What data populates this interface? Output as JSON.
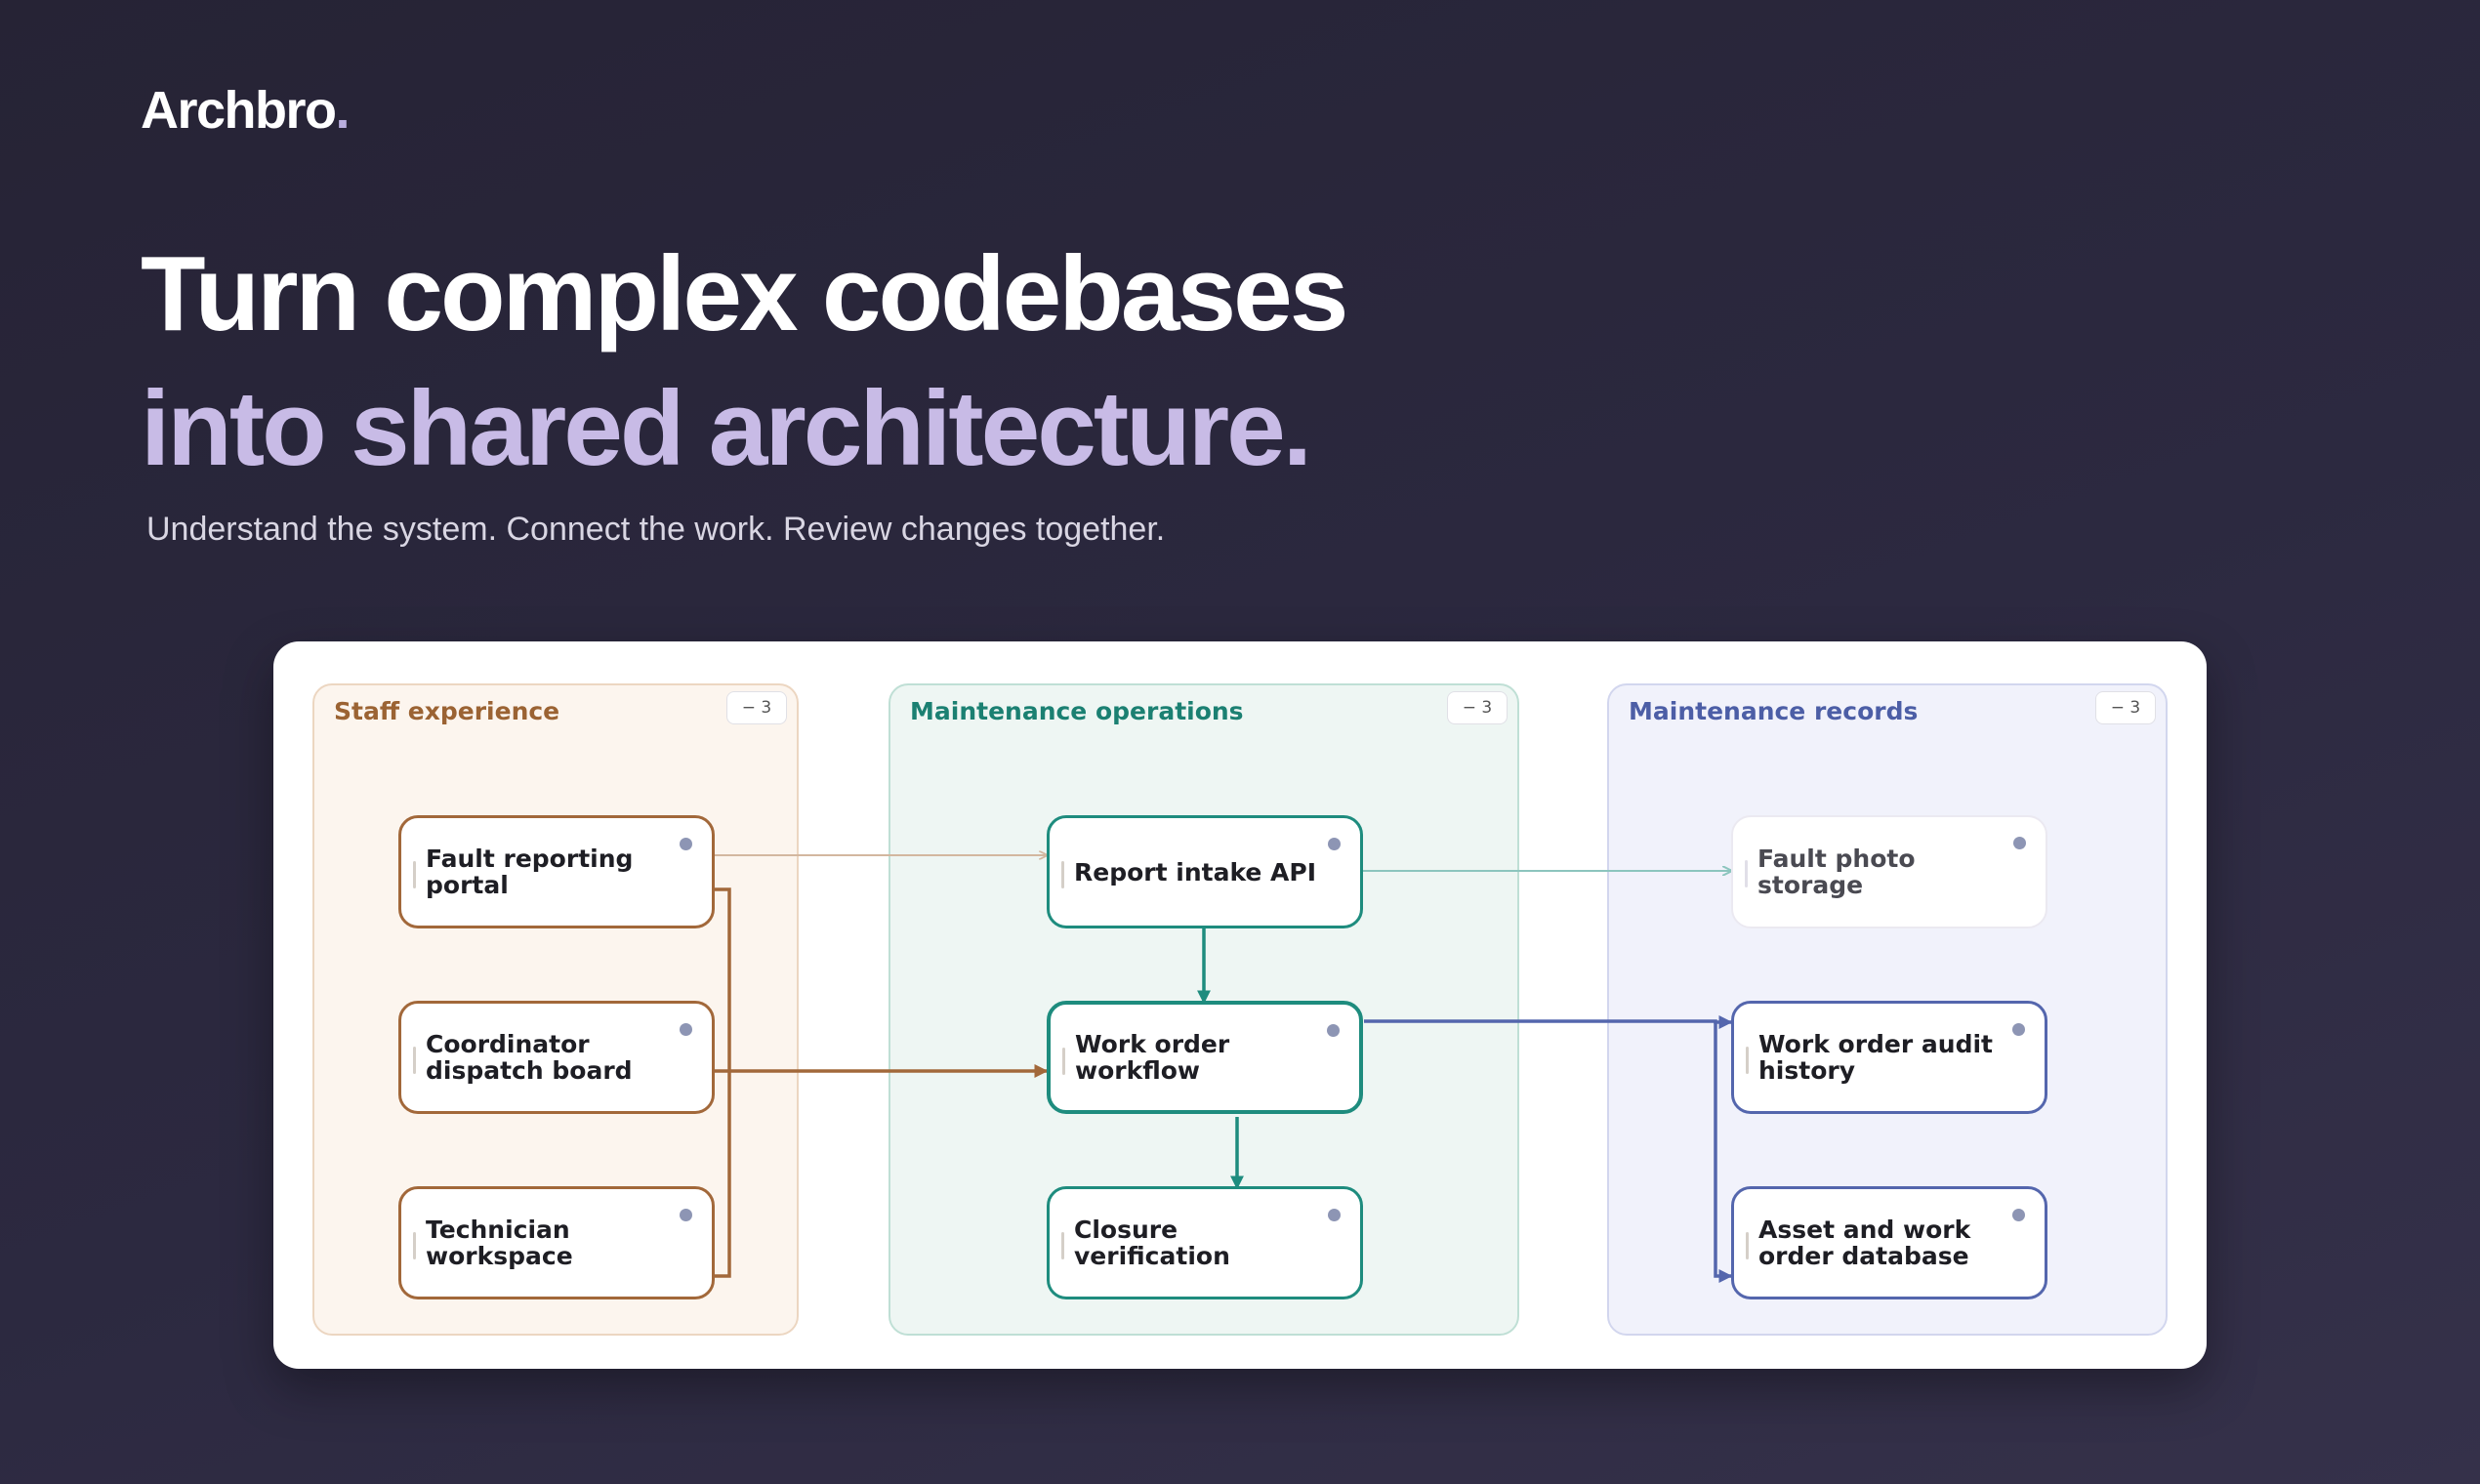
{
  "brand": {
    "name": "Archbro",
    "dot": "."
  },
  "hero": {
    "line1": "Turn complex codebases",
    "line2": "into shared architecture.",
    "subhead": "Understand the system. Connect the work. Review changes together."
  },
  "diagram": {
    "groups": {
      "staff": {
        "title": "Staff experience",
        "collapse_label": "− 3",
        "color": "#9b6333"
      },
      "ops": {
        "title": "Maintenance operations",
        "collapse_label": "− 3",
        "color": "#1b8072"
      },
      "records": {
        "title": "Maintenance records",
        "collapse_label": "− 3",
        "color": "#4c5ea6"
      }
    },
    "nodes": {
      "fault_portal": "Fault reporting portal",
      "dispatch_board": "Coordinator dispatch board",
      "tech_workspace": "Technician workspace",
      "intake_api": "Report intake API",
      "work_order_workflow": "Work order workflow",
      "closure_verification": "Closure verification",
      "photo_storage": "Fault photo storage",
      "audit_history": "Work order audit history",
      "asset_db": "Asset and work order database"
    }
  }
}
